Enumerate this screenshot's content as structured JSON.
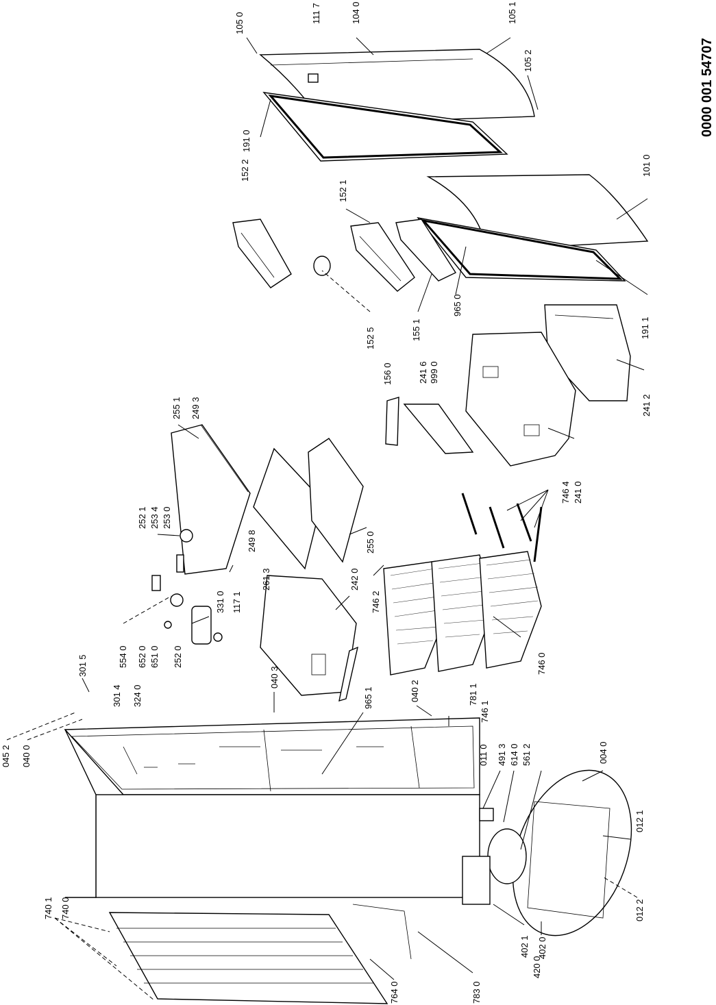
{
  "document_number": "0000 001 54707",
  "callouts": [
    {
      "id": "c1050",
      "text": "105 0"
    },
    {
      "id": "c1117",
      "text": "111 7"
    },
    {
      "id": "c1040",
      "text": "104 0"
    },
    {
      "id": "c1051",
      "text": "105 1"
    },
    {
      "id": "c1052",
      "text": "105 2"
    },
    {
      "id": "c1910",
      "text": "191 0"
    },
    {
      "id": "c1522",
      "text": "152 2"
    },
    {
      "id": "c1521",
      "text": "152 1"
    },
    {
      "id": "c1010",
      "text": "101 0"
    },
    {
      "id": "c9650",
      "text": "965 0"
    },
    {
      "id": "c1525",
      "text": "152 5"
    },
    {
      "id": "c1551",
      "text": "155 1"
    },
    {
      "id": "c1911",
      "text": "191 1"
    },
    {
      "id": "c1560",
      "text": "156 0"
    },
    {
      "id": "c2416",
      "text": "241 6"
    },
    {
      "id": "c9990",
      "text": "999 0"
    },
    {
      "id": "c2412",
      "text": "241 2"
    },
    {
      "id": "c2551",
      "text": "255 1"
    },
    {
      "id": "c2493",
      "text": "249 3"
    },
    {
      "id": "c2521",
      "text": "252 1"
    },
    {
      "id": "c2534",
      "text": "253 4"
    },
    {
      "id": "c2530",
      "text": "253 0"
    },
    {
      "id": "c2498",
      "text": "249 8"
    },
    {
      "id": "c2550",
      "text": "255 0"
    },
    {
      "id": "c7464",
      "text": "746 4"
    },
    {
      "id": "c2410",
      "text": "241 0"
    },
    {
      "id": "c2613",
      "text": "261 3"
    },
    {
      "id": "c1171",
      "text": "117 1"
    },
    {
      "id": "c3310",
      "text": "331 0"
    },
    {
      "id": "c2420",
      "text": "242 0"
    },
    {
      "id": "c7462",
      "text": "746 2"
    },
    {
      "id": "c5540",
      "text": "554 0"
    },
    {
      "id": "c6520",
      "text": "652 0"
    },
    {
      "id": "c6510",
      "text": "651 0"
    },
    {
      "id": "c2520",
      "text": "252 0"
    },
    {
      "id": "c7460",
      "text": "746 0"
    },
    {
      "id": "c3015",
      "text": "301 5"
    },
    {
      "id": "c3014",
      "text": "301 4"
    },
    {
      "id": "c3240",
      "text": "324 0"
    },
    {
      "id": "c0403",
      "text": "040 3"
    },
    {
      "id": "c9651",
      "text": "965 1"
    },
    {
      "id": "c0402",
      "text": "040 2"
    },
    {
      "id": "c7811",
      "text": "781 1"
    },
    {
      "id": "c7461",
      "text": "746 1"
    },
    {
      "id": "c0452",
      "text": "045 2"
    },
    {
      "id": "c0400",
      "text": "040 0"
    },
    {
      "id": "c0110",
      "text": "011 0"
    },
    {
      "id": "c4913",
      "text": "491 3"
    },
    {
      "id": "c6140",
      "text": "614 0"
    },
    {
      "id": "c5612",
      "text": "561 2"
    },
    {
      "id": "c0040",
      "text": "004 0"
    },
    {
      "id": "c0121",
      "text": "012 1"
    },
    {
      "id": "c0122",
      "text": "012 2"
    },
    {
      "id": "c4020",
      "text": "402 0"
    },
    {
      "id": "c4021",
      "text": "402 1"
    },
    {
      "id": "c4200",
      "text": "420 0"
    },
    {
      "id": "c7401",
      "text": "740 1"
    },
    {
      "id": "c7400",
      "text": "740 0"
    },
    {
      "id": "c7640",
      "text": "764 0"
    },
    {
      "id": "c7830",
      "text": "783 0"
    }
  ]
}
